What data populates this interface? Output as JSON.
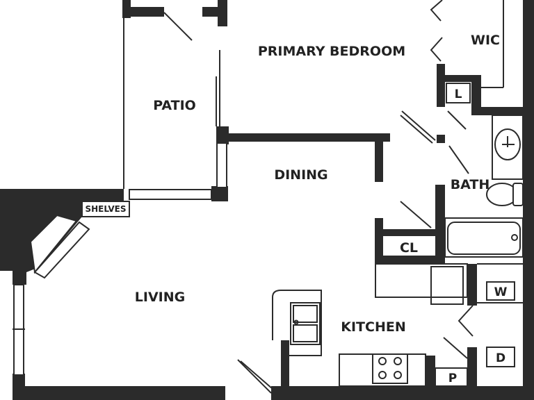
{
  "rooms": {
    "primary_bedroom": "PRIMARY BEDROOM",
    "wic": "WIC",
    "patio": "PATIO",
    "linen": "L",
    "dining": "DINING",
    "bath": "BATH",
    "shelves": "SHELVES",
    "closet": "CL",
    "living": "LIVING",
    "kitchen": "KITCHEN",
    "washer": "W",
    "dryer": "D",
    "pantry": "P"
  },
  "colors": {
    "wall": "#2b2b2b",
    "background": "#ffffff"
  },
  "fixture_icons": [
    "sink-icon",
    "toilet-icon",
    "bathtub-icon",
    "kitchen-sink-icon",
    "stove-icon",
    "fireplace-icon"
  ]
}
